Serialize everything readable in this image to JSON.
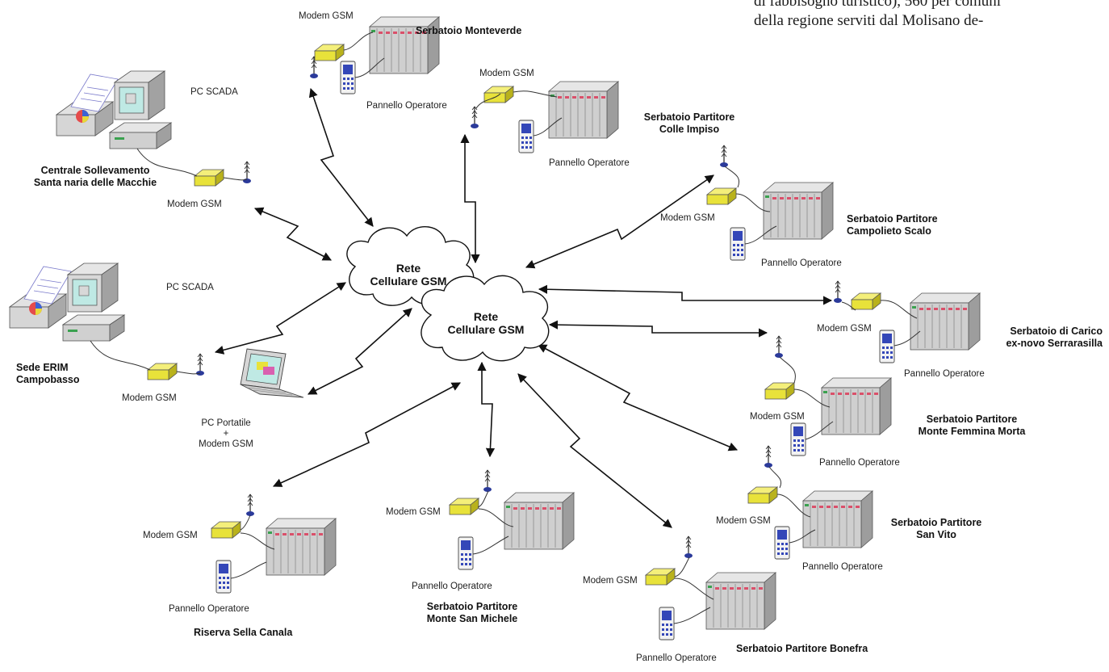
{
  "text_snippet": {
    "line1": "di fabbisogno turistico), 560 per comuni",
    "line2": "della regione serviti dal Molisano de-"
  },
  "clouds": [
    {
      "label1": "Rete",
      "label2": "Cellulare GSM"
    },
    {
      "label1": "Rete",
      "label2": "Cellulare GSM"
    }
  ],
  "control_stations": [
    {
      "pc_label": "PC SCADA",
      "modem_label": "Modem GSM",
      "title1": "Centrale Sollevamento",
      "title2": "Santa naria delle Macchie"
    },
    {
      "pc_label": "PC SCADA",
      "modem_label": "Modem GSM",
      "title1": "Sede ERIM",
      "title2": "Campobasso"
    }
  ],
  "laptop": {
    "label1": "PC  Portatile",
    "label2": "+",
    "label3": "Modem GSM"
  },
  "sites": [
    {
      "modem": "Modem GSM",
      "panel": "Pannello Operatore",
      "title1": "Serbatoio Monteverde",
      "title2": ""
    },
    {
      "modem": "Modem GSM",
      "panel": "Pannello Operatore",
      "title1": "Serbatoio Partitore",
      "title2": "Colle Impiso"
    },
    {
      "modem": "Modem GSM",
      "panel": "Pannello Operatore",
      "title1": "Serbatoio Partitore",
      "title2": "Campolieto Scalo"
    },
    {
      "modem": "Modem GSM",
      "panel": "Pannello Operatore",
      "title1": "Serbatoio di Carico",
      "title2": "ex-novo Serrarasilla"
    },
    {
      "modem": "Modem GSM",
      "panel": "Pannello Operatore",
      "title1": "Serbatoio Partitore",
      "title2": "Monte Femmina Morta"
    },
    {
      "modem": "Modem GSM",
      "panel": "Pannello Operatore",
      "title1": "Serbatoio Partitore",
      "title2": "San Vito"
    },
    {
      "modem": "Modem GSM",
      "panel": "Pannello Operatore",
      "title1": "Serbatoio Partitore Bonefra",
      "title2": ""
    },
    {
      "modem": "Modem GSM",
      "panel": "Pannello Operatore",
      "title1": "Serbatoio Partitore",
      "title2": "Monte San Michele"
    },
    {
      "modem": "Modem GSM",
      "panel": "Pannello Operatore",
      "title1": "Riserva Sella Canala",
      "title2": ""
    }
  ],
  "colors": {
    "modem": "#e8e23a",
    "rack": "#c9c9c9",
    "rack_led": "#d9506a",
    "screen": "#bfe9e4",
    "link": "#111111"
  }
}
